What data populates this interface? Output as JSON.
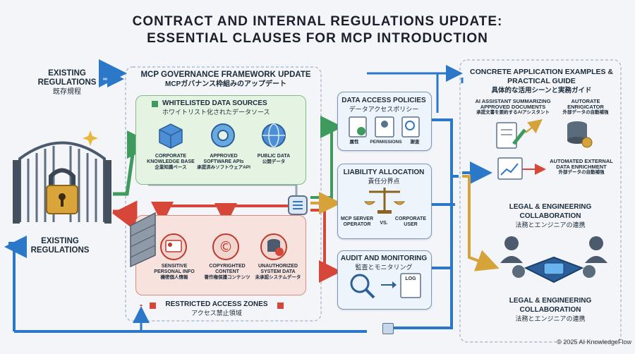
{
  "title": {
    "line1": "CONTRACT AND INTERNAL REGULATIONS UPDATE:",
    "line2": "ESSENTIAL CLAUSES FOR MCP INTRODUCTION"
  },
  "left": {
    "existing_top": "EXISTING REGULATIONS",
    "existing_top_jp": "既存規程",
    "existing_bottom": "EXISTING REGULATIONS"
  },
  "framework": {
    "title": "MCP GOVERNANCE FRAMEWORK UPDATE",
    "title_jp": "MCPガバナンス枠組みのアップデート"
  },
  "whitelist": {
    "title": "WHITELISTED DATA SOURCES",
    "title_jp": "ホワイトリスト化されたデータソース",
    "items": [
      {
        "label": "CORPORATE KNOWLEDGE BASE",
        "jp": "企業知識ベース"
      },
      {
        "label": "APPROVED SOFTWARE APIs",
        "jp": "承提済みソフトウェアAPI"
      },
      {
        "label": "PUBLIC DATA",
        "jp": "公開データ"
      }
    ]
  },
  "restricted": {
    "title": "RESTRICTED ACCESS ZONES",
    "title_jp": "アクセス禁止領域",
    "items": [
      {
        "label": "SENSITIVE PERSONAL INFO",
        "jp": "機密個人情報"
      },
      {
        "label": "COPYRIGHTED CONTENT",
        "jp": "著作権保護コンテンツ"
      },
      {
        "label": "UNAUTHORIZED SYSTEM DATA",
        "jp": "未承認システムデータ"
      }
    ]
  },
  "policies": {
    "data_access": {
      "title": "DATA ACCESS POLICIES",
      "title_jp": "データアクセスポリシー",
      "icons": [
        "属性",
        "PERMISSIONS",
        "謝査"
      ]
    },
    "liability": {
      "title": "LIABILITY ALLOCATION",
      "title_jp": "責任分界点",
      "left": "MCP SERVER OPERATOR",
      "vs": "VS.",
      "right": "CORPORATE USER"
    },
    "audit": {
      "title": "AUDIT AND MONITORING",
      "title_jp": "監査とモニタリング",
      "log": "LOG"
    }
  },
  "right": {
    "title": "CONCRETE APPLICATION EXAMPLES & PRACTICAL GUIDE",
    "title_jp": "具体的な活用シーンと実務ガイド",
    "assistant": "AI ASSISTANT SUMMARIZING APPROVED DOCUMENTS",
    "assistant_jp": "承提文書を要約するAIアシスタント",
    "enrich1": "AUTORATE ENRIGICATOR",
    "enrich1_jp": "外部データの自動補強",
    "enrich2": "AUTOMATED EXTERNAL DATA ENRICHMENT",
    "enrich2_jp": "外部データの自動補強",
    "collab1": "LEGAL & ENGINEERING COLLABORATION",
    "collab1_jp": "法務とエンジニアの連携",
    "collab2": "LEGAL & ENGINEERING COLLABORATION",
    "collab2_jp": "法務とエンジニアの連携"
  },
  "footer": {
    "copyright": "© 2025 AI KnowledgeFlow"
  },
  "colors": {
    "green": "#3f9a5e",
    "red": "#d6473a",
    "blue": "#2b78c8",
    "gold": "#d6a23a"
  }
}
